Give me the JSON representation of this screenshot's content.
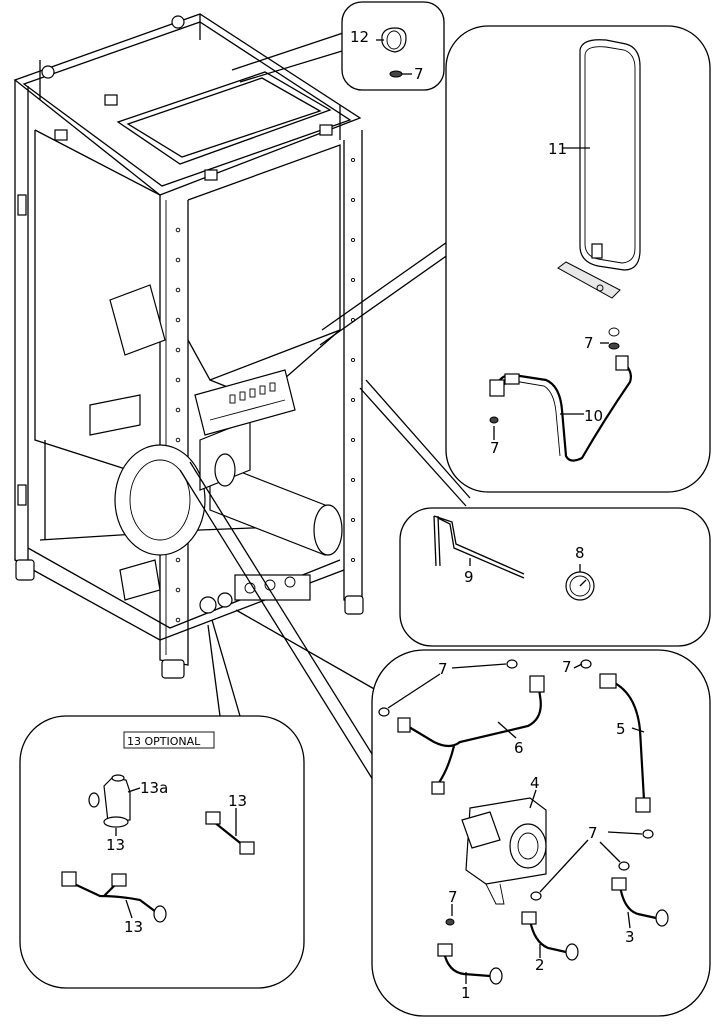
{
  "labels": {
    "l1": "1",
    "l2": "2",
    "l3": "3",
    "l4": "4",
    "l5": "5",
    "l6": "6",
    "l7": "7",
    "l8": "8",
    "l9": "9",
    "l10": "10",
    "l11": "11",
    "l12": "12",
    "l13": "13",
    "l13a": "13a",
    "optional": "13 OPTIONAL"
  }
}
